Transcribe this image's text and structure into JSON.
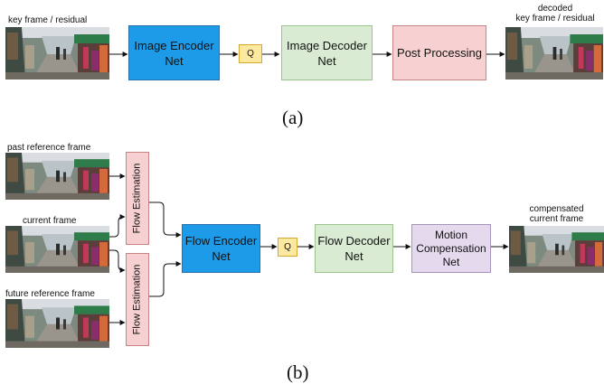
{
  "panel_a": {
    "input_label": "key frame / residual",
    "encoder": "Image Encoder\nNet",
    "quant": "Q",
    "decoder": "Image Decoder\nNet",
    "post": "Post Processing",
    "output_label": "decoded\nkey frame / residual",
    "caption": "(a)"
  },
  "panel_b": {
    "past_label": "past reference frame",
    "current_label": "current frame",
    "future_label": "future reference frame",
    "flow_est_top": "Flow Estimation",
    "flow_est_bottom": "Flow Estimation",
    "encoder": "Flow Encoder\nNet",
    "quant": "Q",
    "decoder": "Flow Decoder\nNet",
    "mc": "Motion\nCompensation\nNet",
    "output_label": "compensated\ncurrent frame",
    "caption": "(b)"
  },
  "colors": {
    "encoder": "#1e9be8",
    "decoder": "#d9ecd3",
    "pink": "#f7d1d2",
    "quant": "#fde8a0",
    "motion_comp": "#e4d9ed"
  }
}
